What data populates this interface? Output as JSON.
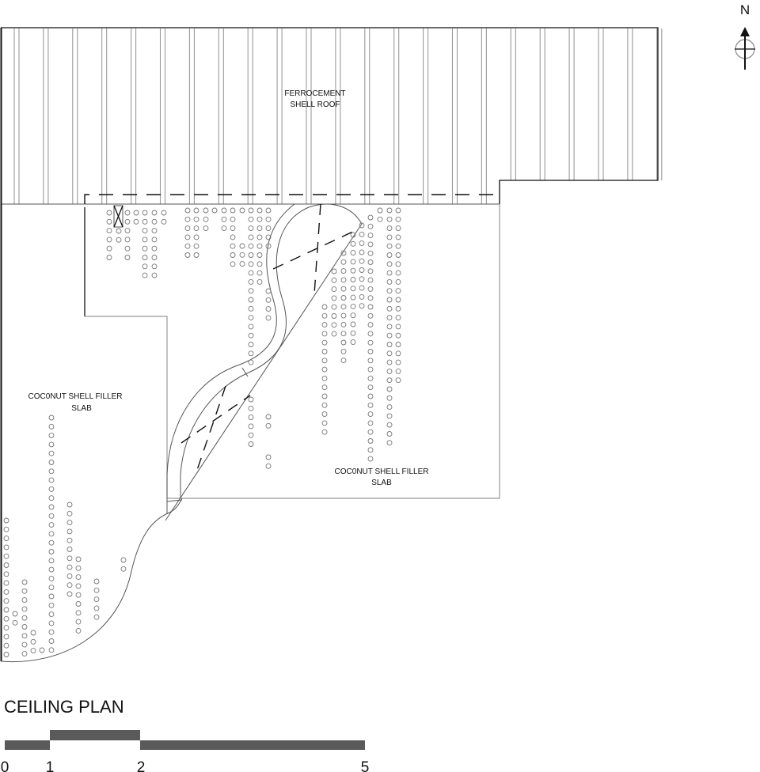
{
  "drawing": {
    "title": "CEILING PLAN",
    "north_label": "N",
    "roof_label": [
      "FERROCEMENT",
      "SHELL ROOF"
    ],
    "slab_label_left": [
      "COC0NUT SHELL FILLER",
      "SLAB"
    ],
    "slab_label_right": [
      "COC0NUT SHELL FILLER",
      "SLAB"
    ],
    "scale_bar": {
      "ticks": [
        "0",
        "1",
        "2",
        "5"
      ],
      "color": "#5a5a5a"
    }
  }
}
